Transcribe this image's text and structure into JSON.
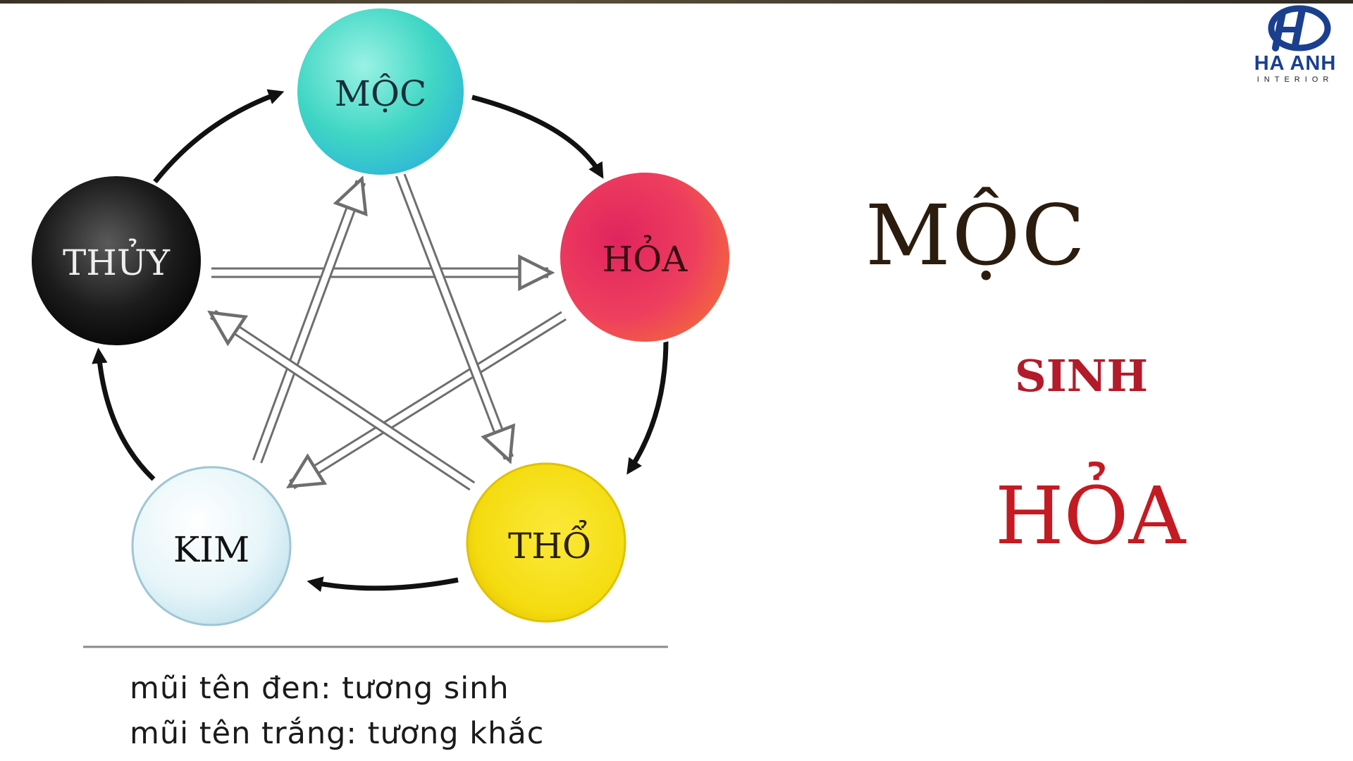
{
  "logo": {
    "name": "HA ANH",
    "subtitle": "INTERIOR"
  },
  "nodes": {
    "moc": {
      "label": "MỘC",
      "color": "#3fd6c4"
    },
    "hoa": {
      "label": "HỎA",
      "color": "#ee3f5e"
    },
    "tho": {
      "label": "THỔ",
      "color": "#f4dc10"
    },
    "kim": {
      "label": "KIM",
      "color": "#dff2f7"
    },
    "thuy": {
      "label": "THỦY",
      "color": "#111111"
    }
  },
  "legend": {
    "line1": "mũi tên đen: tương sinh",
    "line2": "mũi tên trắng: tương khắc"
  },
  "side_text": {
    "word1": "MỘC",
    "word2": "SINH",
    "word3": "HỎA"
  }
}
